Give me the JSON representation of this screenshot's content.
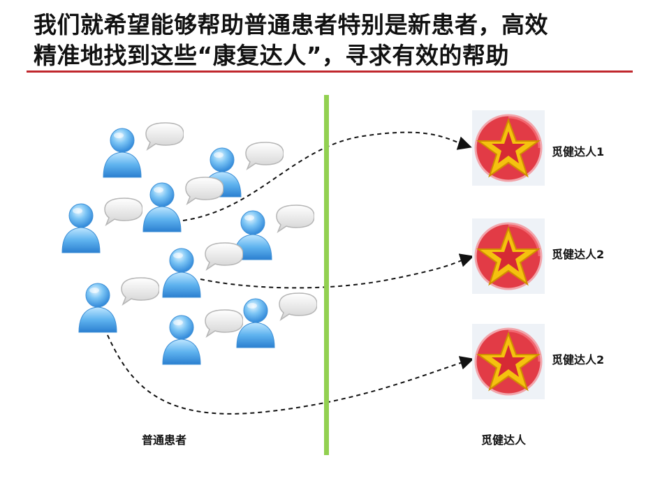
{
  "title": {
    "line1": "我们就希望能够帮助普通患者特别是新患者，高效",
    "line2": "精准地找到这些“康复达人”，寻求有效的帮助"
  },
  "left_group": {
    "label": "普通患者"
  },
  "right_group": {
    "label": "觅健达人",
    "experts": [
      {
        "label": "觅健达人1"
      },
      {
        "label": "觅健达人2"
      },
      {
        "label": "觅健达人2"
      }
    ]
  },
  "colors": {
    "rule": "#c0272d",
    "divider": "#92d050",
    "person": "#4aa8ee",
    "badge": "#e23b46",
    "star": "#f5c20f"
  },
  "icons": {
    "patient": "user-with-speech-bubble-icon",
    "expert": "star-badge-icon"
  }
}
